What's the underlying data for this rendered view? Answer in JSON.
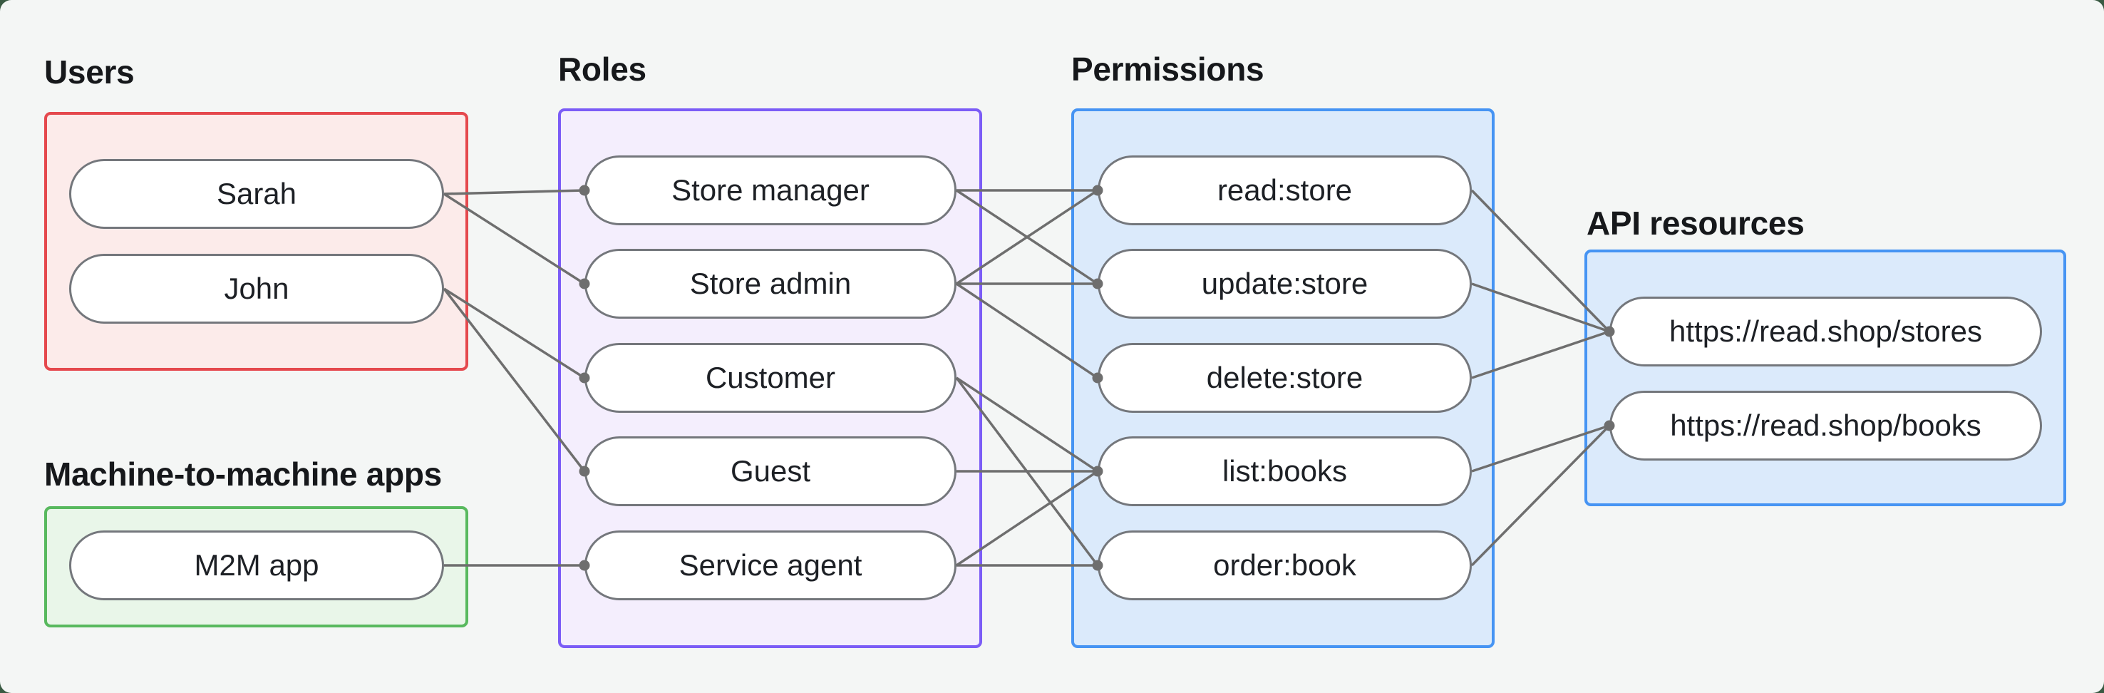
{
  "diagram": {
    "canvas_bg": "#f4f6f5",
    "edge_color": "#6e6e6e",
    "node_border_color": "#74777c",
    "text_color": "#1d2025",
    "groups": [
      {
        "id": "users",
        "label": "Users",
        "border_color": "#e5484d",
        "fill_color": "#fcebea",
        "nodes": [
          {
            "id": "sarah",
            "label": "Sarah"
          },
          {
            "id": "john",
            "label": "John"
          }
        ]
      },
      {
        "id": "m2m",
        "label": "Machine-to-machine apps",
        "border_color": "#58b95e",
        "fill_color": "#e9f6e9",
        "nodes": [
          {
            "id": "m2m_app",
            "label": "M2M app"
          }
        ]
      },
      {
        "id": "roles",
        "label": "Roles",
        "border_color": "#7b5cf6",
        "fill_color": "#f4eefd",
        "nodes": [
          {
            "id": "store_manager",
            "label": "Store manager"
          },
          {
            "id": "store_admin",
            "label": "Store admin"
          },
          {
            "id": "customer",
            "label": "Customer"
          },
          {
            "id": "guest",
            "label": "Guest"
          },
          {
            "id": "service_agent",
            "label": "Service agent"
          }
        ]
      },
      {
        "id": "permissions",
        "label": "Permissions",
        "border_color": "#4694f3",
        "fill_color": "#dbeafb",
        "nodes": [
          {
            "id": "read_store",
            "label": "read:store"
          },
          {
            "id": "update_store",
            "label": "update:store"
          },
          {
            "id": "delete_store",
            "label": "delete:store"
          },
          {
            "id": "list_books",
            "label": "list:books"
          },
          {
            "id": "order_book",
            "label": "order:book"
          }
        ]
      },
      {
        "id": "api",
        "label": "API resources",
        "border_color": "#4694f3",
        "fill_color": "#dbeafb",
        "nodes": [
          {
            "id": "stores_api",
            "label": "https://read.shop/stores"
          },
          {
            "id": "books_api",
            "label": "https://read.shop/books"
          }
        ]
      }
    ],
    "edges": [
      {
        "from": "sarah",
        "to": "store_manager"
      },
      {
        "from": "sarah",
        "to": "store_admin"
      },
      {
        "from": "john",
        "to": "customer"
      },
      {
        "from": "john",
        "to": "guest"
      },
      {
        "from": "m2m_app",
        "to": "service_agent"
      },
      {
        "from": "store_manager",
        "to": "read_store"
      },
      {
        "from": "store_manager",
        "to": "update_store"
      },
      {
        "from": "store_admin",
        "to": "read_store"
      },
      {
        "from": "store_admin",
        "to": "update_store"
      },
      {
        "from": "store_admin",
        "to": "delete_store"
      },
      {
        "from": "customer",
        "to": "list_books"
      },
      {
        "from": "customer",
        "to": "order_book"
      },
      {
        "from": "guest",
        "to": "list_books"
      },
      {
        "from": "service_agent",
        "to": "list_books"
      },
      {
        "from": "service_agent",
        "to": "order_book"
      },
      {
        "from": "read_store",
        "to": "stores_api"
      },
      {
        "from": "update_store",
        "to": "stores_api"
      },
      {
        "from": "delete_store",
        "to": "stores_api"
      },
      {
        "from": "list_books",
        "to": "books_api"
      },
      {
        "from": "order_book",
        "to": "books_api"
      }
    ]
  }
}
